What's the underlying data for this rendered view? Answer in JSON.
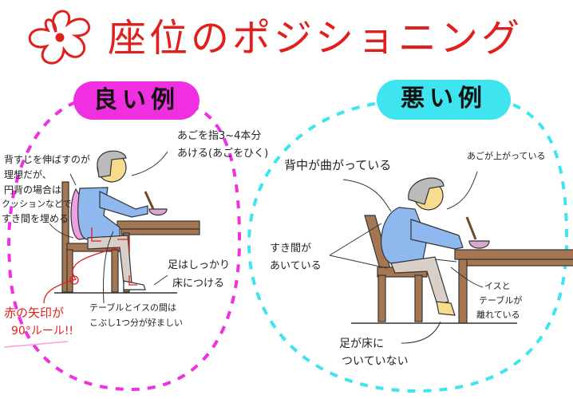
{
  "title": "座位のポジショニング",
  "good": {
    "label": "良い例",
    "notes": {
      "back_1": "背すじを伸ばすのが",
      "back_2": "理想だが、",
      "back_3": "円背の場合は",
      "back_4": "クッションなどで",
      "back_5": "すき間を埋める",
      "chin_1": "あごを指3~4本分",
      "chin_2": "あける(あごをひく)",
      "feet_1": "足はしっかり",
      "feet_2": "床につける",
      "gap_1": "テーブルとイスの間は",
      "gap_2": "こぶし1つ分が好ましい",
      "rule_1": "赤の矢印が",
      "rule_2": "90°ルール!!"
    }
  },
  "bad": {
    "label": "悪い例",
    "notes": {
      "back": "背中が曲がっている",
      "chin": "あごが上がっている",
      "gap_1": "すき間が",
      "gap_2": "あいている",
      "table_1": "イスと",
      "table_2": "テーブルが",
      "table_3": "離れている",
      "feet_1": "足が床に",
      "feet_2": "ついていない"
    }
  },
  "colors": {
    "title": "#e0201c",
    "good": "#f030e0",
    "bad": "#3ee4f0"
  }
}
